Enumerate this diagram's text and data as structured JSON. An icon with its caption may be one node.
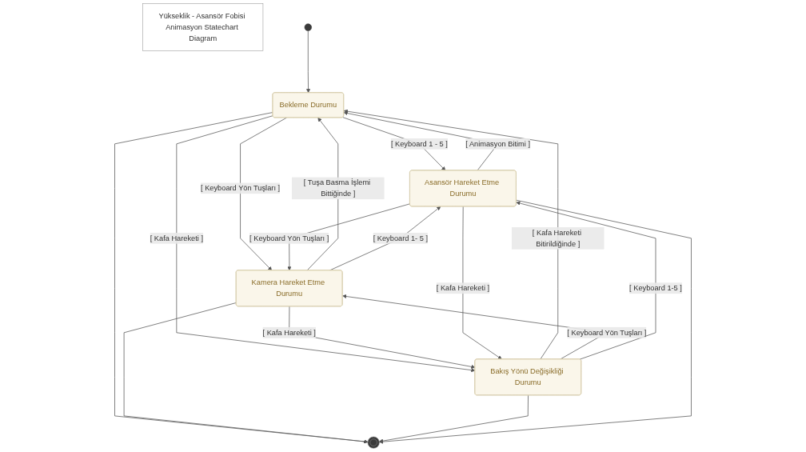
{
  "diagram": {
    "nodes": [
      {
        "text": [
          "Yükseklik - Asansör Fobisi Animasyon Statechart Diagram"
        ]
      },
      {
        "text": [],
        "shape": "circle"
      },
      {
        "text": [
          "Bekleme Durumu"
        ]
      },
      {
        "text": [
          "Asansör Hareket Etme Durumu"
        ]
      },
      {
        "text": [
          "Kamera Hareket Etme Durumu"
        ]
      },
      {
        "text": [
          "Bakış Yönü Değişikliği Durumu"
        ]
      },
      {
        "text": [],
        "shape": "bullseye"
      }
    ],
    "edges": [
      {
        "from": 1,
        "to": 2,
        "arrow": "to"
      },
      {
        "from": 2,
        "to": 3,
        "label": "[ Keyboard 1 - 5 ]",
        "arrow": "to"
      },
      {
        "from": 3,
        "to": 2,
        "label": "[ Animasyon Bitimi ]",
        "arrow": "to"
      },
      {
        "from": 2,
        "to": 4,
        "label": "[ Keyboard Yön Tuşları ]",
        "arrow": "to"
      },
      {
        "from": 4,
        "to": 2,
        "label": "[ Tuşa Basma İşlemi Bittiğinde ]",
        "arrow": "to"
      },
      {
        "from": 3,
        "to": 4,
        "label": "[ Keyboard Yön Tuşları ]",
        "arrow": "to"
      },
      {
        "from": 4,
        "to": 3,
        "label": "[ Keyboard 1- 5 ]",
        "arrow": "to"
      },
      {
        "from": 2,
        "to": 5,
        "label": "[ Kafa Hareketi ]",
        "arrow": "to"
      },
      {
        "from": 5,
        "to": 2,
        "label": "[ Kafa Hareketi Bitirildiğinde ]",
        "arrow": "to"
      },
      {
        "from": 4,
        "to": 5,
        "label": "[ Kafa Hareketi ]",
        "arrow": "to"
      },
      {
        "from": 5,
        "to": 4,
        "label": "[ Keyboard Yön Tuşları ]",
        "arrow": "to"
      },
      {
        "from": 5,
        "to": 3,
        "label": "[ Keyboard 1-5 ]",
        "arrow": "to"
      },
      {
        "from": 3,
        "to": 5,
        "label": "[ Kafa Hareketi ]",
        "arrow": "to"
      },
      {
        "from": 2,
        "to": 6,
        "arrow": "to"
      },
      {
        "from": 4,
        "to": 6,
        "arrow": "to"
      },
      {
        "from": 5,
        "to": 6,
        "arrow": "to"
      },
      {
        "from": 3,
        "to": 6,
        "arrow": "to"
      }
    ]
  }
}
